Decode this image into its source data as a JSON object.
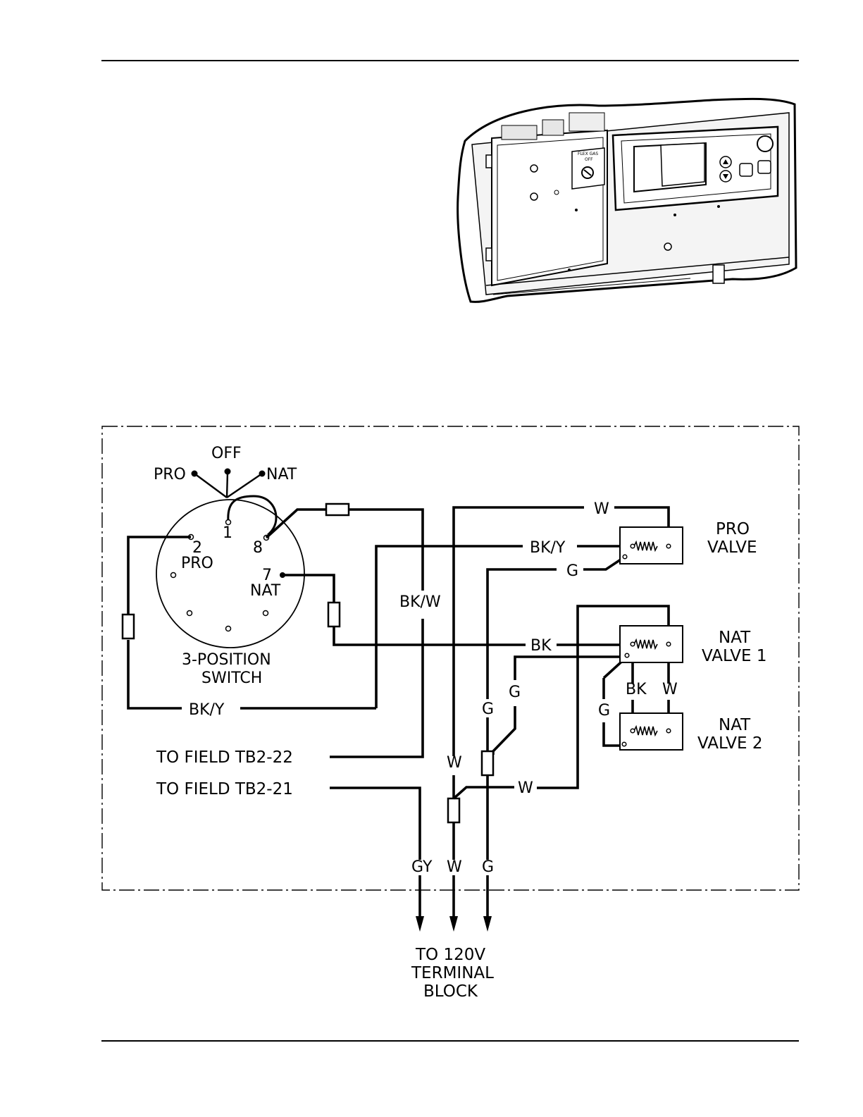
{
  "diagram": {
    "selector": {
      "pro": "PRO",
      "off": "OFF",
      "nat": "NAT"
    },
    "switch": {
      "pin1": "1",
      "pin2": "2",
      "pin2_label": "PRO",
      "pin8": "8",
      "pin7": "7",
      "pin7_label": "NAT",
      "caption_line1": "3-POSITION",
      "caption_line2": "SWITCH"
    },
    "valves": {
      "pro_line1": "PRO",
      "pro_line2": "VALVE",
      "nat1_line1": "NAT",
      "nat1_line2": "VALVE 1",
      "nat2_line1": "NAT",
      "nat2_line2": "VALVE 2"
    },
    "wires": {
      "w_top": "W",
      "bky_pro": "BK/Y",
      "g_pro": "G",
      "bkw": "BK/W",
      "bk_nat": "BK",
      "g_mid": "G",
      "g_left": "G",
      "bk_nat1": "BK",
      "w_nat1": "W",
      "g_nat2": "G",
      "bky_bottom": "BK/Y",
      "w_vertical": "W",
      "w_bottom": "W",
      "gy_out": "GY",
      "w_out": "W",
      "g_out": "G"
    },
    "field": {
      "tb2_22": "TO FIELD TB2-22",
      "tb2_21": "TO FIELD TB2-21"
    },
    "terminal": {
      "line1": "TO 120V",
      "line2": "TERMINAL",
      "line3": "BLOCK"
    }
  },
  "photo": {
    "switch_label": "FLEX GAS",
    "switch_off": "OFF"
  }
}
